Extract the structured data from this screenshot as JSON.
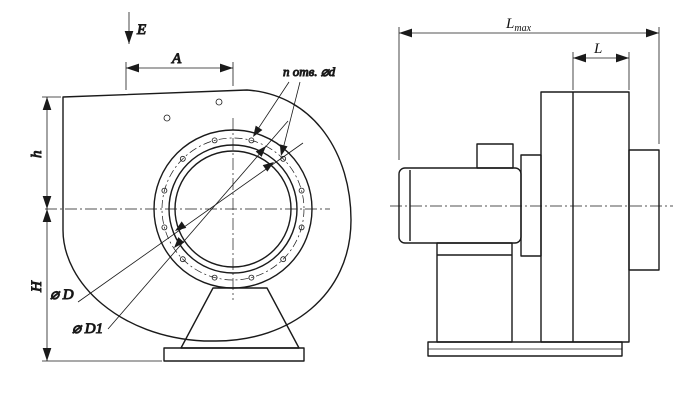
{
  "drawing": {
    "colors": {
      "line": "#1a1a1a",
      "background": "#ffffff"
    },
    "front_view": {
      "dim_E": "E",
      "dim_A": "A",
      "dim_h": "h",
      "dim_H": "H",
      "dim_D": "⌀ D",
      "dim_D1": "⌀ D1",
      "holes_note": "n отв. ⌀d"
    },
    "side_view": {
      "dim_L": "L",
      "dim_Lmax_base": "L",
      "dim_Lmax_sub": "max"
    }
  }
}
